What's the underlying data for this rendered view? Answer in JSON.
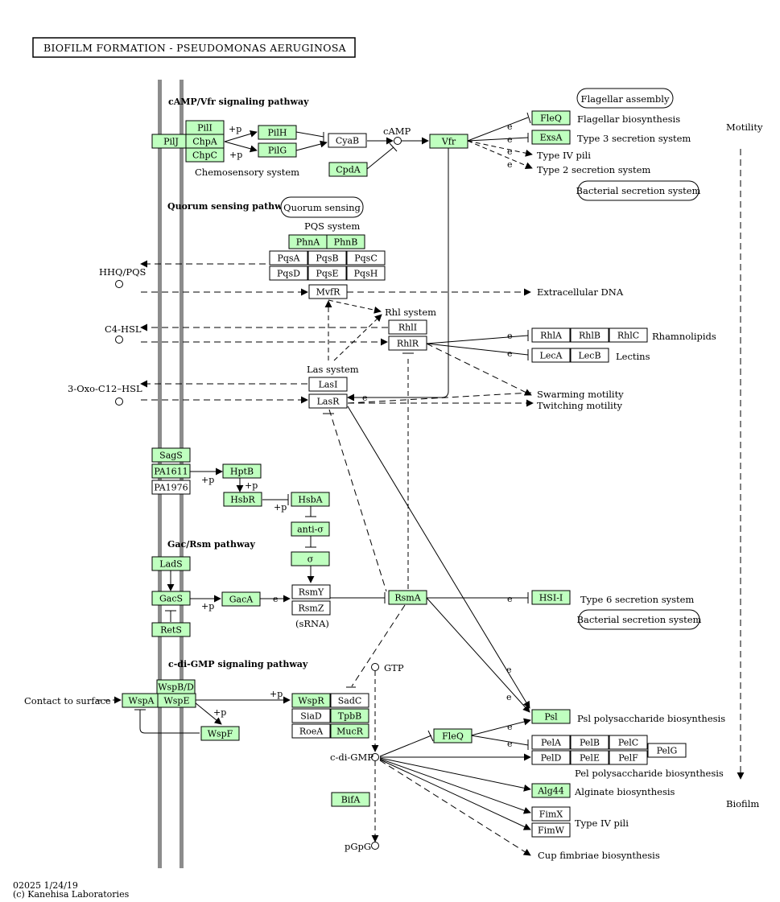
{
  "title": "BIOFILM FORMATION - PSEUDOMONAS AERUGINOSA",
  "footer": {
    "id_date": "02025 1/24/19",
    "copyright": "(c) Kanehisa Laboratories"
  },
  "colors": {
    "gene_fill": "#bfffbf",
    "plain_fill": "#ffffff",
    "membrane": "#8c8c8c",
    "line": "#000000"
  },
  "sections": {
    "camp": "cAMP/Vfr signaling pathway",
    "qs": "Quorum sensing pathway",
    "gac": "Gac/Rsm pathway",
    "cdg": "c-di-GMP signaling pathway"
  },
  "pathway_links": {
    "flagellar": "Flagellar assembly",
    "quorum": "Quorum sensing",
    "secretion1": "Bacterial secretion system",
    "secretion2": "Bacterial secretion system"
  },
  "nodes": {
    "pilI": "PilI",
    "pilJ": "PilJ",
    "chpA": "ChpA",
    "chpC": "ChpC",
    "pilH": "PilH",
    "pilG": "PilG",
    "cyaB": "CyaB",
    "cpdA": "CpdA",
    "vfr": "Vfr",
    "fleQ1": "FleQ",
    "exsA": "ExsA",
    "phnA": "PhnA",
    "phnB": "PhnB",
    "pqsA": "PqsA",
    "pqsB": "PqsB",
    "pqsC": "PqsC",
    "pqsD": "PqsD",
    "pqsE": "PqsE",
    "pqsH": "PqsH",
    "mvfR": "MvfR",
    "rhlI": "RhlI",
    "rhlR": "RhlR",
    "lasI": "LasI",
    "lasR": "LasR",
    "rhlA": "RhlA",
    "rhlB": "RhlB",
    "rhlC": "RhlC",
    "lecA": "LecA",
    "lecB": "LecB",
    "sagS": "SagS",
    "pa1611": "PA1611",
    "pa1976": "PA1976",
    "hptB": "HptB",
    "hsbR": "HsbR",
    "hsbA": "HsbA",
    "antiSigma": "anti-σ",
    "sigma": "σ",
    "ladS": "LadS",
    "gacS": "GacS",
    "retS": "RetS",
    "gacA": "GacA",
    "rsmY": "RsmY",
    "rsmZ": "RsmZ",
    "rsmA": "RsmA",
    "hsi1": "HSI-I",
    "wspBD": "WspB/D",
    "wspA": "WspA",
    "wspE": "WspE",
    "wspF": "WspF",
    "wspR": "WspR",
    "sadC": "SadC",
    "siaD": "SiaD",
    "tpbB": "TpbB",
    "roeA": "RoeA",
    "mucR": "MucR",
    "fleQ2": "FleQ",
    "bifA": "BifA",
    "psl": "Psl",
    "pelA": "PelA",
    "pelB": "PelB",
    "pelC": "PelC",
    "pelD": "PelD",
    "pelE": "PelE",
    "pelF": "PelF",
    "pelG": "PelG",
    "alg44": "Alg44",
    "fimX": "FimX",
    "fimW": "FimW"
  },
  "labels": {
    "camp": "cAMP",
    "chemosensory": "Chemosensory system",
    "flagellarBio": "Flagellar biosynthesis",
    "t3ss": "Type 3 secretion system",
    "t4pili1": "Type IV pili",
    "t2ss": "Type 2 secretion system",
    "motility": "Motility",
    "pqsSystem": "PQS system",
    "hhq": "HHQ/PQS",
    "edna": "Extracellular DNA",
    "rhlSystem": "Rhl system",
    "c4hsl": "C4-HSL",
    "rhamnolipids": "Rhamnolipids",
    "lectins": "Lectins",
    "lasSystem": "Las system",
    "oxo": "3-Oxo-C12–HSL",
    "swarming": "Swarming motility",
    "twitching": "Twitching motility",
    "srna": "(sRNA)",
    "t6ss": "Type 6 secretion system",
    "gtp": "GTP",
    "contact": "Contact to surface",
    "pslBio": "Psl polysaccharide biosynthesis",
    "pelBio": "Pel polysaccharide biosynthesis",
    "cdigmp": "c-di-GMP",
    "alginate": "Alginate biosynthesis",
    "t4pili2": "Type IV pili",
    "biofilm": "Biofilm",
    "pgpg": "pGpG",
    "cup": "Cup fimbriae biosynthesis"
  },
  "signs": {
    "p": "+p",
    "e": "e"
  }
}
